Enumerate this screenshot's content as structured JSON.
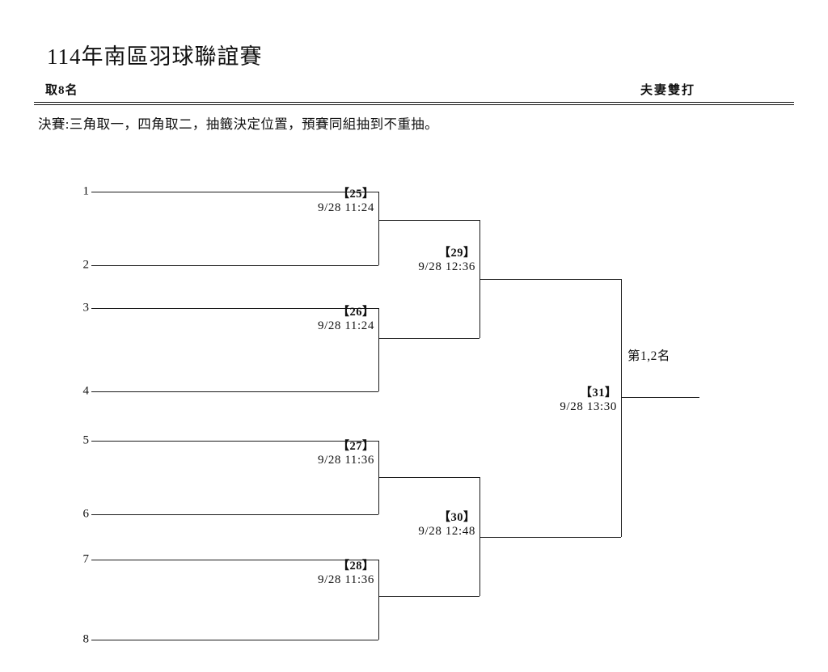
{
  "document": {
    "title": "114年南區羽球聯誼賽",
    "subtitle_left": "取8名",
    "subtitle_right": "夫妻雙打",
    "note": "決賽:三角取一，四角取二，抽籤決定位置，預賽同組抽到不重抽。"
  },
  "bracket": {
    "type": "single-elimination",
    "size": 8,
    "seeds": [
      {
        "label": "1"
      },
      {
        "label": "2"
      },
      {
        "label": "3"
      },
      {
        "label": "4"
      },
      {
        "label": "5"
      },
      {
        "label": "6"
      },
      {
        "label": "7"
      },
      {
        "label": "8"
      }
    ],
    "rounds": [
      {
        "name": "quarterfinals",
        "matches": [
          {
            "code": "【25】",
            "time": "9/28  11:24",
            "seeds": [
              "1",
              "2"
            ]
          },
          {
            "code": "【26】",
            "time": "9/28  11:24",
            "seeds": [
              "3",
              "4"
            ]
          },
          {
            "code": "【27】",
            "time": "9/28  11:36",
            "seeds": [
              "5",
              "6"
            ]
          },
          {
            "code": "【28】",
            "time": "9/28  11:36",
            "seeds": [
              "7",
              "8"
            ]
          }
        ]
      },
      {
        "name": "semifinals",
        "matches": [
          {
            "code": "【29】",
            "time": "9/28  12:36",
            "feeders": [
              "【25】",
              "【26】"
            ]
          },
          {
            "code": "【30】",
            "time": "9/28  12:48",
            "feeders": [
              "【27】",
              "【28】"
            ]
          }
        ]
      },
      {
        "name": "final",
        "matches": [
          {
            "code": "【31】",
            "time": "9/28  13:30",
            "feeders": [
              "【29】",
              "【30】"
            ]
          }
        ]
      }
    ],
    "placement_label": "第1,2名"
  }
}
